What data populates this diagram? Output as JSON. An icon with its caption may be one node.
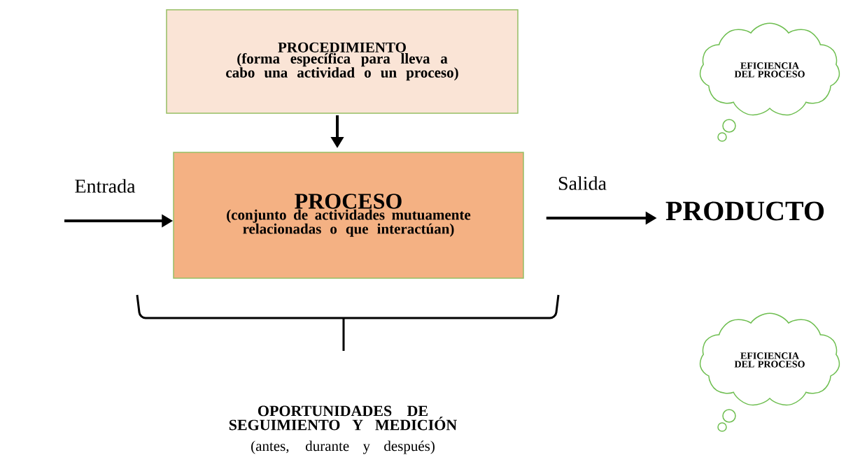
{
  "diagram": {
    "nodes": [
      {
        "text": [
          "PROCEDIMIENTO",
          "(forma específica para lleva a cabo una actividad o un proceso)"
        ]
      },
      {
        "text": [
          "PROCESO",
          "(conjunto de actividades mutuamente relacionadas o que interactúan)"
        ]
      },
      {
        "text": [
          "PRODUCTO"
        ]
      },
      {
        "text": [
          "EFICIENCIA DEL PROCESO"
        ]
      },
      {
        "text": [
          "EFICIENCIA DEL PROCESO"
        ]
      }
    ],
    "edges": [
      {
        "from": 0,
        "to": 1,
        "arrow": "to"
      },
      {
        "from": null,
        "to": 1,
        "arrow": "to",
        "label": "Entrada"
      },
      {
        "from": 1,
        "to": 2,
        "arrow": "to",
        "label": "Salida"
      }
    ],
    "labels": [
      "OPORTUNIDADES DE SEGUIMIENTO Y MEDICIÓN",
      "(antes, durante y después)"
    ]
  }
}
